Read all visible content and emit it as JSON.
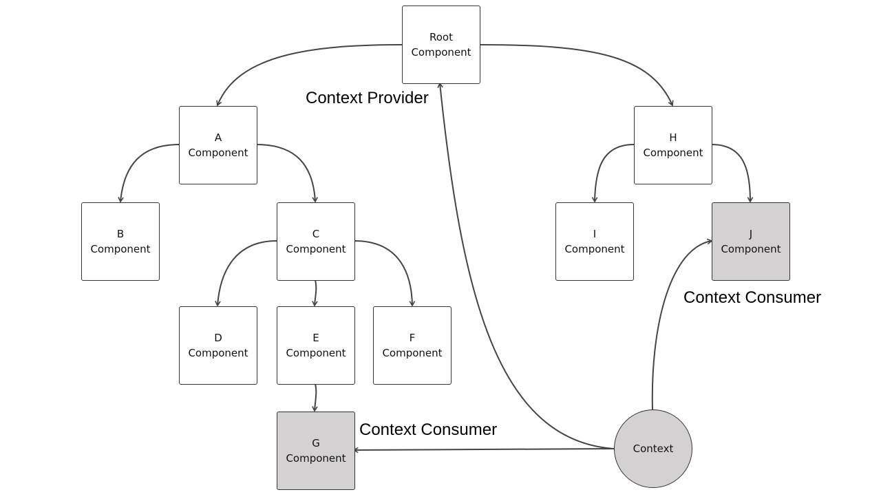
{
  "nodes": {
    "root": {
      "line1": "Root",
      "line2": "Component"
    },
    "a": {
      "line1": "A",
      "line2": "Component"
    },
    "b": {
      "line1": "B",
      "line2": "Component"
    },
    "c": {
      "line1": "C",
      "line2": "Component"
    },
    "d": {
      "line1": "D",
      "line2": "Component"
    },
    "e": {
      "line1": "E",
      "line2": "Component"
    },
    "f": {
      "line1": "F",
      "line2": "Component"
    },
    "g": {
      "line1": "G",
      "line2": "Component"
    },
    "h": {
      "line1": "H",
      "line2": "Component"
    },
    "i": {
      "line1": "I",
      "line2": "Component"
    },
    "j": {
      "line1": "J",
      "line2": "Component"
    }
  },
  "context": {
    "label": "Context"
  },
  "annotations": {
    "provider": "Context Provider",
    "consumer_g": "Context Consumer",
    "consumer_j": "Context Consumer"
  },
  "colors": {
    "consumer_fill": "#d3d1d1",
    "context_fill": "#d3d1d1",
    "stroke": "#333333",
    "edge": "#444444"
  }
}
